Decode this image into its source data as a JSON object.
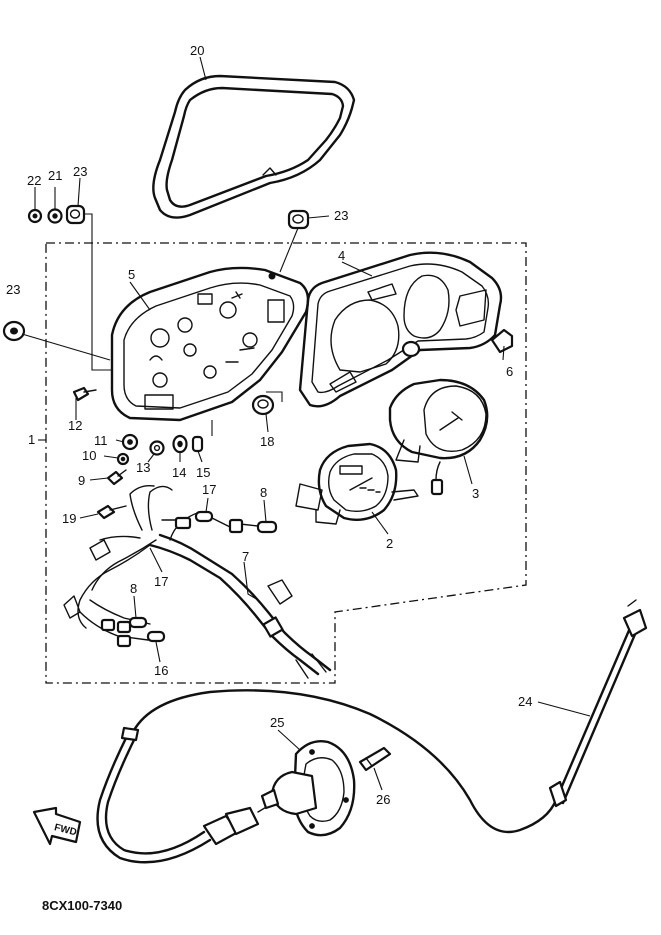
{
  "drawing_code": "8CX100-7340",
  "direction_arrow": "FWD",
  "callouts": {
    "c1": "1",
    "c2": "2",
    "c3": "3",
    "c4": "4",
    "c5": "5",
    "c6": "6",
    "c7": "7",
    "c8a": "8",
    "c8b": "8",
    "c9": "9",
    "c10": "10",
    "c11": "11",
    "c12": "12",
    "c13": "13",
    "c14": "14",
    "c15": "15",
    "c16": "16",
    "c17a": "17",
    "c17b": "17",
    "c18": "18",
    "c19": "19",
    "c20": "20",
    "c21": "21",
    "c22": "22",
    "c23a": "23",
    "c23b": "23",
    "c23c": "23",
    "c24": "24",
    "c25": "25",
    "c26": "26"
  }
}
